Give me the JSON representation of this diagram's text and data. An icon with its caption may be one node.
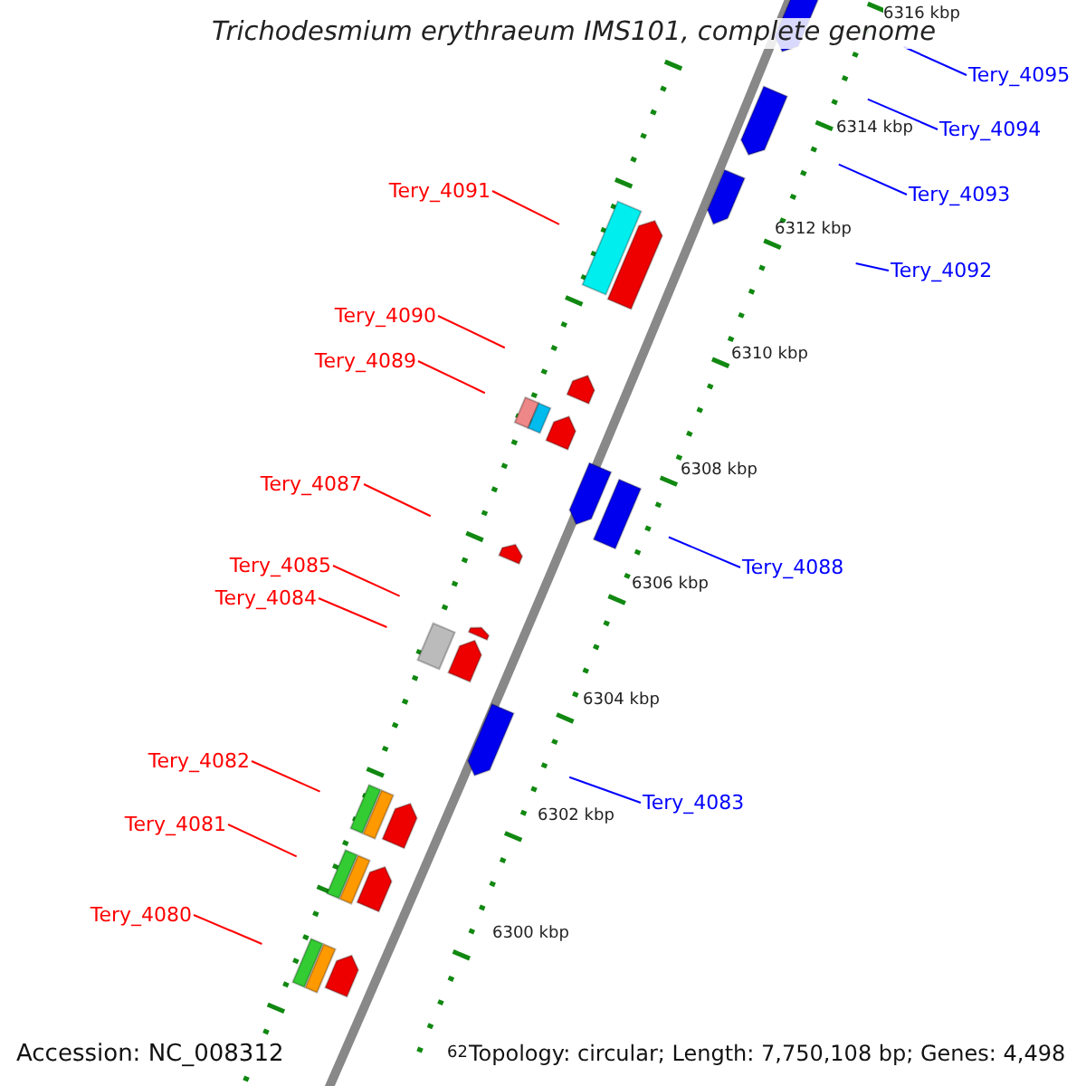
{
  "diagram": {
    "title": "Trichodesmium erythraeum IMS101, complete genome",
    "nodes": [
      {
        "text": [
          "Tery_4095"
        ]
      },
      {
        "text": [
          "Tery_4094"
        ]
      },
      {
        "text": [
          "Tery_4091"
        ]
      },
      {
        "text": [
          "Tery_4093"
        ]
      },
      {
        "text": [
          "Tery_4092"
        ]
      },
      {
        "text": [
          "Tery_4090"
        ]
      },
      {
        "text": [
          "Tery_4089"
        ]
      },
      {
        "text": [
          "Tery_4087"
        ]
      },
      {
        "text": [
          "Tery_4085"
        ]
      },
      {
        "text": [
          "Tery_4088"
        ]
      },
      {
        "text": [
          "Tery_4084"
        ]
      },
      {
        "text": [
          "Tery_4082"
        ]
      },
      {
        "text": [
          "Tery_4083"
        ]
      },
      {
        "text": [
          "Tery_4081"
        ]
      },
      {
        "text": [
          "Tery_4080"
        ]
      }
    ],
    "edges": [
      {
        "from": 0,
        "to": null,
        "arrow": "none",
        "color": "#0000ff"
      },
      {
        "from": 1,
        "to": null,
        "arrow": "none",
        "color": "#0000ff"
      },
      {
        "from": 2,
        "to": null,
        "arrow": "none"
      },
      {
        "from": 3,
        "to": null,
        "arrow": "none",
        "color": "#0000ff"
      },
      {
        "from": 4,
        "to": null,
        "arrow": "none",
        "color": "#0000ff"
      },
      {
        "from": 5,
        "to": null,
        "arrow": "none"
      },
      {
        "from": 6,
        "to": null,
        "arrow": "none"
      },
      {
        "from": 7,
        "to": null,
        "arrow": "none"
      },
      {
        "from": 8,
        "to": null,
        "arrow": "none"
      },
      {
        "from": 9,
        "to": null,
        "arrow": "none",
        "color": "#0000ff"
      },
      {
        "from": 10,
        "to": null,
        "arrow": "none"
      },
      {
        "from": 11,
        "to": null,
        "arrow": "none"
      },
      {
        "from": 12,
        "to": null,
        "arrow": "none",
        "color": "#0000ff"
      },
      {
        "from": 13,
        "to": null,
        "arrow": "none"
      },
      {
        "from": 14,
        "to": null,
        "arrow": "none"
      }
    ],
    "labels": [
      "6316 kbp",
      "6314 kbp",
      "6312 kbp",
      "6310 kbp",
      "6308 kbp",
      "6306 kbp",
      "6304 kbp",
      "6302 kbp",
      "6300 kbp",
      "Accession: NC_008312",
      "62",
      "Topology: circular; Length: 7,750,108 bp; Genes: 4,498"
    ]
  }
}
